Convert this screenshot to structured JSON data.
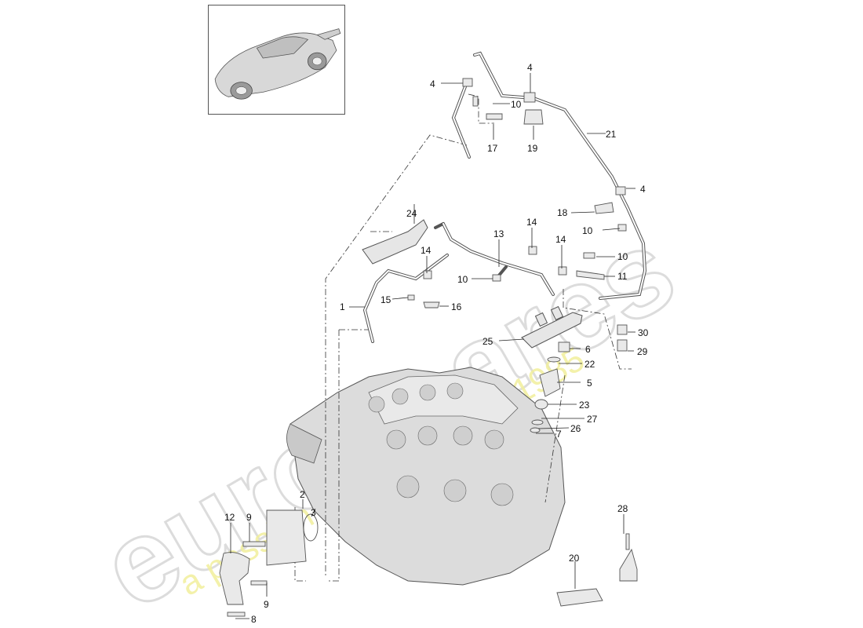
{
  "watermark": {
    "brand": "eurospares",
    "tagline": "a passion for parts since 1985"
  },
  "callouts": [
    "1",
    "2",
    "3",
    "4",
    "4",
    "4",
    "5",
    "6",
    "7",
    "8",
    "9",
    "9",
    "10",
    "10",
    "10",
    "10",
    "11",
    "12",
    "13",
    "14",
    "14",
    "14",
    "15",
    "16",
    "17",
    "18",
    "19",
    "20",
    "21",
    "22",
    "23",
    "24",
    "25",
    "26",
    "27",
    "28",
    "29",
    "30"
  ],
  "colors": {
    "line": "#333333",
    "part_stroke": "#555555",
    "part_fill": "#e9e9e9",
    "engine_fill": "#dcdcdc",
    "watermark_gray": "#d9d9d9",
    "watermark_yellow": "#f2ef9c"
  },
  "icons": {
    "car_thumbnail": "sports-car-icon"
  }
}
